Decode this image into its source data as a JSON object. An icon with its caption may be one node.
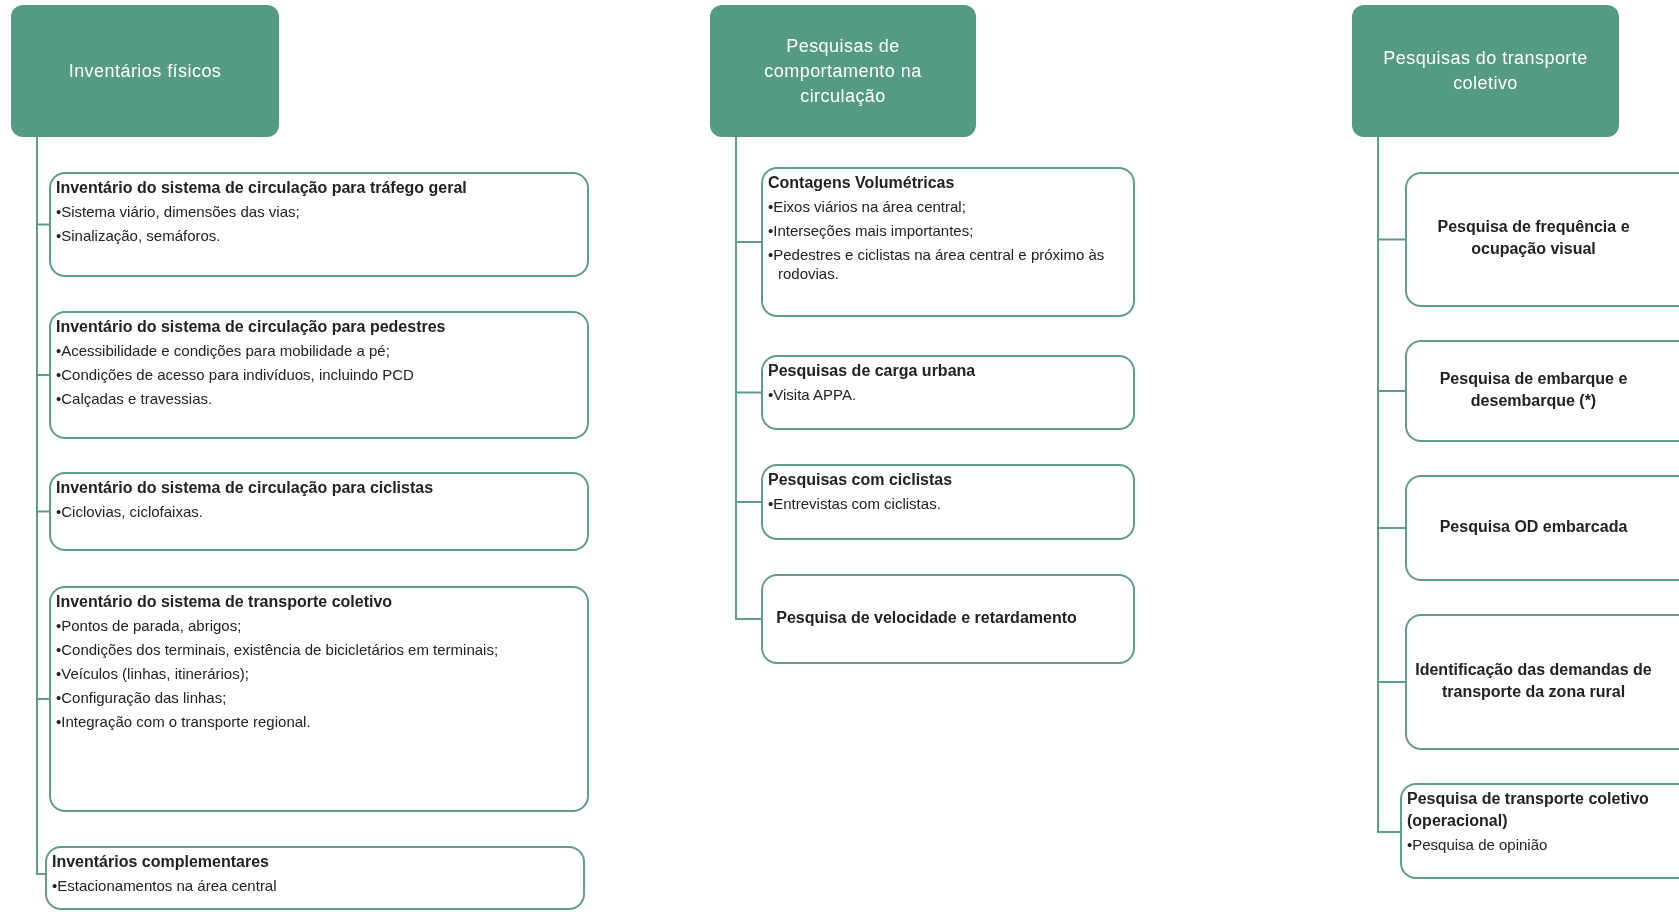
{
  "diagram": {
    "nodes": [
      {
        "text": [
          "Inventários físicos"
        ]
      },
      {
        "text": [
          "Inventário do sistema de circulação para tráfego geral",
          "•Sistema viário, dimensões das vias;",
          "•Sinalização, semáforos."
        ]
      },
      {
        "text": [
          "Inventário do sistema de circulação para pedestres",
          "•Acessibilidade e condições para mobilidade a pé;",
          "•Condições de acesso para indivíduos, incluindo PCD",
          "•Calçadas e travessias."
        ]
      },
      {
        "text": [
          "Inventário do sistema de circulação para ciclistas",
          "•Ciclovias, ciclofaixas."
        ]
      },
      {
        "text": [
          "Inventário do sistema de transporte coletivo",
          "•Pontos de parada, abrigos;",
          "•Condições dos terminais, existência de bicicletários em terminais;",
          "•Veículos (linhas, itinerários);",
          "•Configuração das linhas;",
          "•Integração com o transporte regional."
        ]
      },
      {
        "text": [
          "Inventários complementares",
          "•Estacionamentos na área central"
        ]
      },
      {
        "text": [
          "Pesquisas de comportamento na circulação"
        ]
      },
      {
        "text": [
          "Contagens Volumétricas",
          "•Eixos viários na área central;",
          "•Interseções mais importantes;",
          "•Pedestres e ciclistas na área central e próximo às rodovias."
        ]
      },
      {
        "text": [
          "Pesquisas de carga urbana",
          "•Visita APPA."
        ]
      },
      {
        "text": [
          "Pesquisas com ciclistas",
          "•Entrevistas com ciclistas."
        ]
      },
      {
        "text": [
          "Pesquisa de velocidade e retardamento"
        ]
      },
      {
        "text": [
          "Pesquisas do transporte coletivo"
        ]
      },
      {
        "text": [
          "Pesquisa de frequência e ocupação visual"
        ]
      },
      {
        "text": [
          "Pesquisa de embarque e desembarque (*)"
        ]
      },
      {
        "text": [
          "Pesquisa OD embarcada"
        ]
      },
      {
        "text": [
          "Identificação das demandas de transporte da zona rural"
        ]
      },
      {
        "text": [
          "Pesquisa de transporte coletivo (operacional)",
          "•Pesquisa de opinião"
        ]
      }
    ],
    "edges": [
      {
        "from": 0,
        "to": 1,
        "arrow": "none"
      },
      {
        "from": 0,
        "to": 2,
        "arrow": "none"
      },
      {
        "from": 0,
        "to": 3,
        "arrow": "none"
      },
      {
        "from": 0,
        "to": 4,
        "arrow": "none"
      },
      {
        "from": 0,
        "to": 5,
        "arrow": "none"
      },
      {
        "from": 6,
        "to": 7,
        "arrow": "none"
      },
      {
        "from": 6,
        "to": 8,
        "arrow": "none"
      },
      {
        "from": 6,
        "to": 9,
        "arrow": "none"
      },
      {
        "from": 6,
        "to": 10,
        "arrow": "none"
      },
      {
        "from": 11,
        "to": 12,
        "arrow": "none"
      },
      {
        "from": 11,
        "to": 13,
        "arrow": "none"
      },
      {
        "from": 11,
        "to": 14,
        "arrow": "none"
      },
      {
        "from": 11,
        "to": 15,
        "arrow": "none"
      },
      {
        "from": 11,
        "to": 16,
        "arrow": "none"
      }
    ]
  }
}
